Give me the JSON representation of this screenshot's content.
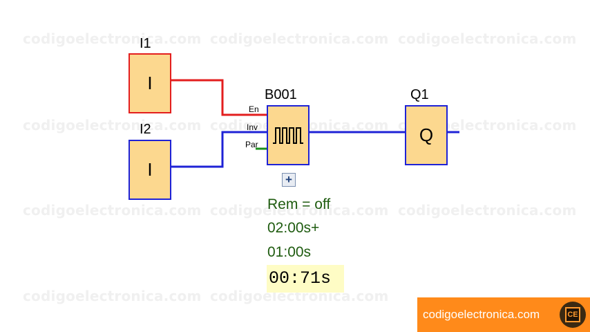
{
  "watermark": "codigoelectronica.com",
  "blocks": {
    "i1": {
      "label": "I1",
      "symbol": "I"
    },
    "i2": {
      "label": "I2",
      "symbol": "I"
    },
    "b001": {
      "label": "B001",
      "symbol": "pulse-generator-icon",
      "pins": {
        "en": "En",
        "inv": "Inv",
        "par": "Par"
      }
    },
    "q1": {
      "label": "Q1",
      "symbol": "Q"
    }
  },
  "parameters": {
    "rem": "Rem = off",
    "pulse_time": "02:00s+",
    "pause_time": "01:00s",
    "current_time": "00:71s",
    "expand_symbol": "+"
  },
  "badge": {
    "text": "codigoelectronica.com",
    "logo_text": "CE"
  },
  "colors": {
    "wire_red": "#e31e1e",
    "wire_blue": "#1e22d6",
    "wire_green": "#1a8f1a",
    "block_fill": "#fcd88f",
    "param_text": "#1e5b0f",
    "badge_bg": "#ff8a1a"
  }
}
